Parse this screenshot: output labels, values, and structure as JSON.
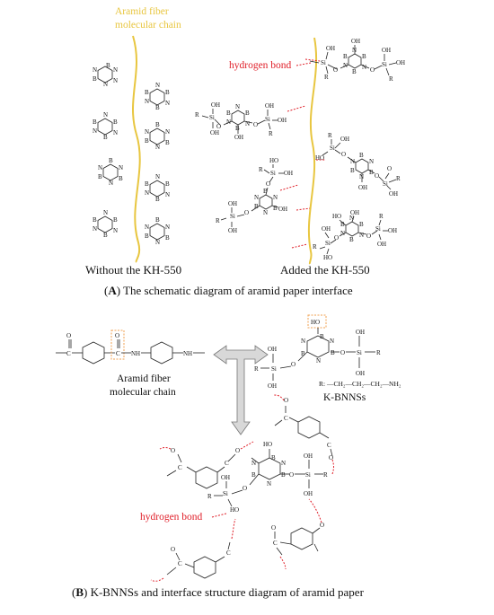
{
  "panel_a": {
    "fiber_label_line1": "Aramid fiber",
    "fiber_label_line2": "molecular chain",
    "hydrogen_bond": "hydrogen bond",
    "left_caption": "Without the KH-550",
    "right_caption": "Added the KH-550",
    "caption_letter": "A",
    "caption_text": ") The schematic diagram of aramid paper interface"
  },
  "panel_b": {
    "aramid_label_line1": "Aramid fiber",
    "aramid_label_line2": "molecular chain",
    "kbnns_label": "K-BNNSs",
    "r_group": "R: —CH₂—CH₂—CH₂—NH₂",
    "hydrogen_bond": "hydrogen bond",
    "caption_letter": "B",
    "caption_text": ") K-BNNSs and interface structure diagram of aramid paper"
  },
  "colors": {
    "fiber": "#e8c640",
    "hydrogen_bond": "#e0202a",
    "highlight_box": "#f0a050",
    "arrow_fill": "#d8d8d8"
  }
}
